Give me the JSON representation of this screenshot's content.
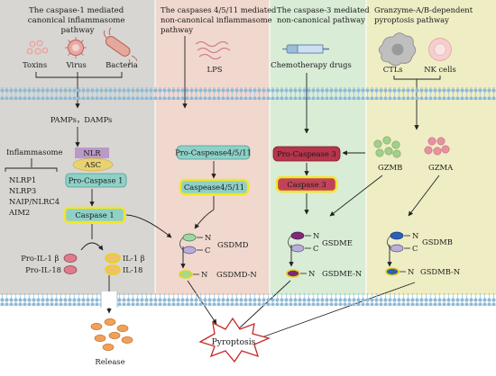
{
  "panels": [
    {
      "title_lines": [
        "The caspase-1 mediated",
        "canonical inflammasome",
        "pathway"
      ],
      "color": "#d7d6d2"
    },
    {
      "title_lines": [
        "The caspases 4/5/11 mediated",
        "non-canonical inflammasome",
        "pathway"
      ],
      "color": "#f0d8cf"
    },
    {
      "title_lines": [
        "The caspase-3 mediated",
        "non-canonical pathway"
      ],
      "color": "#d8ecd6"
    },
    {
      "title_lines": [
        "Granzyme-A/B-dependent",
        "pyroptosis pathway"
      ],
      "color": "#efedc4"
    }
  ],
  "triggers": {
    "toxins": "Toxins",
    "virus": "Virus",
    "bacteria": "Bacteria",
    "lps": "LPS",
    "chemo": "Chemotherapy drugs",
    "ctls": "CTLs",
    "nk": "NK cells"
  },
  "canonical": {
    "pamps": "PAMPs，DAMPs",
    "inflammasome": "Inflammasome",
    "nlr": "NLR",
    "asc": "ASC",
    "pro_casp1": "Pro-Caspase 1",
    "casp1": "Caspase 1",
    "members": [
      "NLRP1",
      "NLRP3",
      "NAIP/NLRC4",
      "AIM2"
    ],
    "pro_il1b": "Pro-IL-1 β",
    "pro_il18": "Pro-IL-18",
    "il1b": "IL-1 β",
    "il18": "IL-18",
    "release": "Release"
  },
  "noncanonical": {
    "pro_casp": "Pro-Caspease4/5/11",
    "casp": "Caspease4/5/11",
    "gsdmd": "GSDMD",
    "gsdmd_n": "GSDMD-N"
  },
  "casp3": {
    "pro": "Pro-Caspease 3",
    "active": "Caspase 3",
    "gsdme": "GSDME",
    "gsdme_n": "GSDME-N"
  },
  "granzyme": {
    "gzmb": "GZMB",
    "gzma": "GZMA",
    "gsdmb": "GSDMB",
    "gsdmb_n": "GSDMB-N"
  },
  "domain_labels": {
    "n": "N",
    "c": "C"
  },
  "outcome": "Pyroptosis",
  "colors": {
    "membrane": "#9ec4df",
    "nlr": "#b99ac6",
    "asc": "#e8d274",
    "teal_box": "#8fd0c7",
    "pro_casp3": "#b8344b",
    "casp3": "#c24357",
    "yellow_outline": "#f3e52a",
    "pyroptosis_star": "#c62828"
  }
}
